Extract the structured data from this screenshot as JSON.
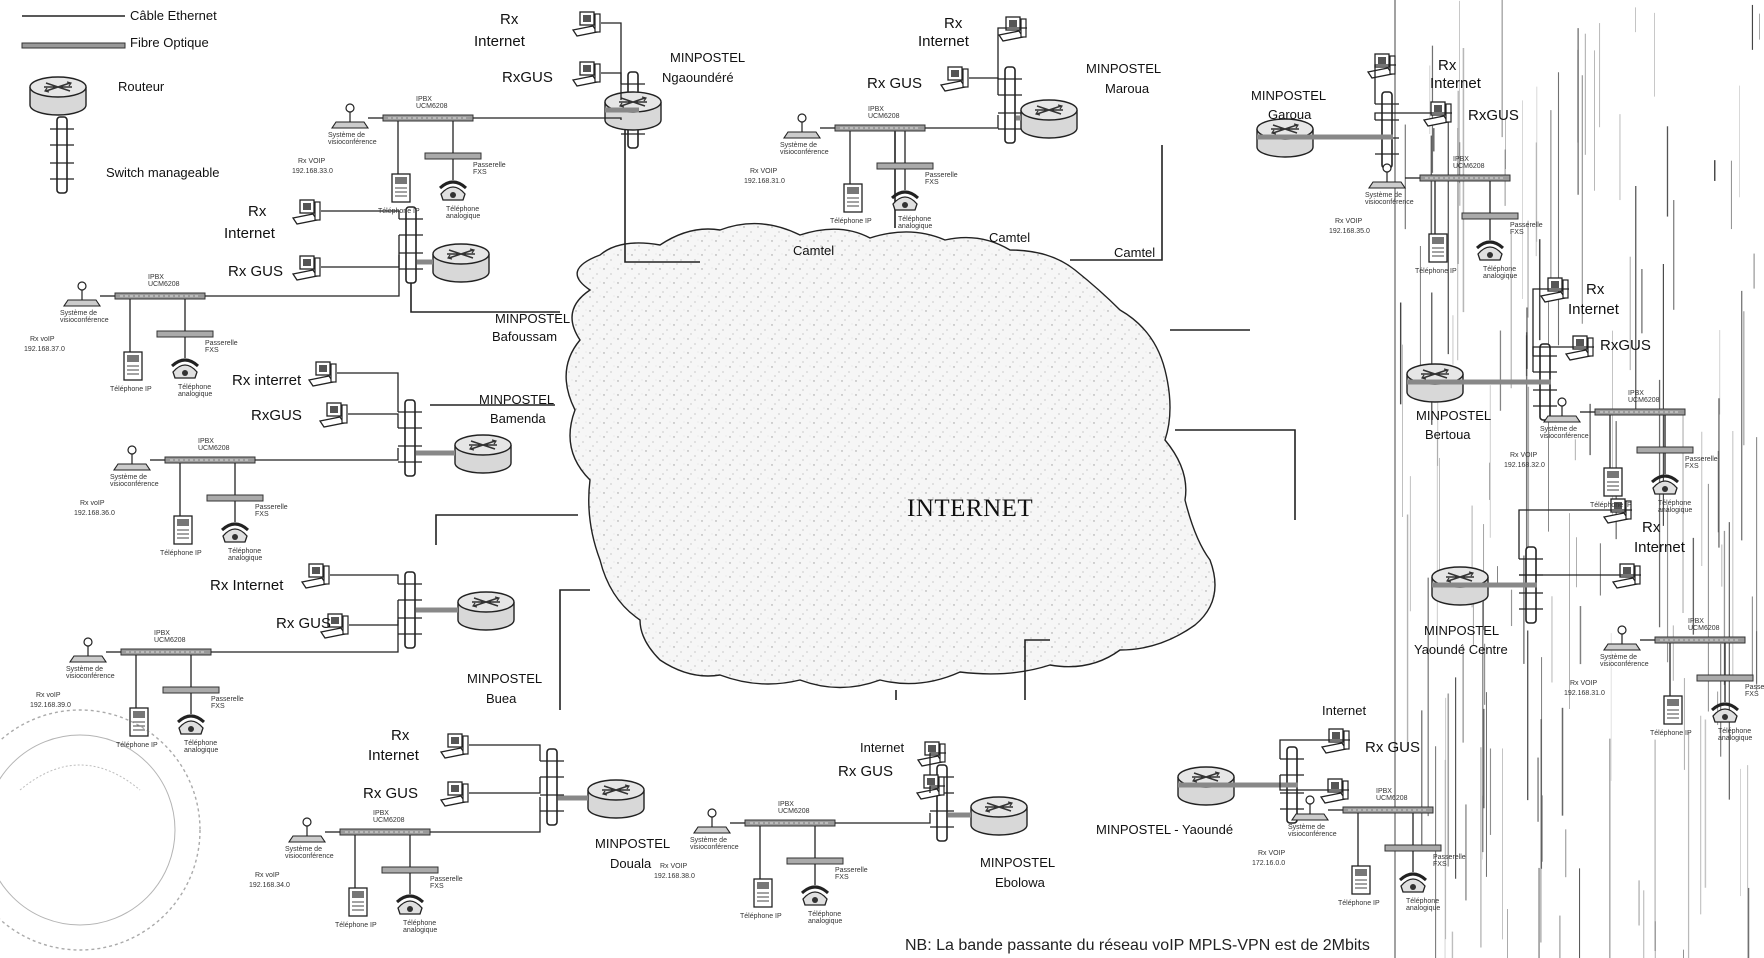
{
  "legend": {
    "ethernet": "Câble Ethernet",
    "fibre": "Fibre Optique",
    "router": "Routeur",
    "switch": "Switch manageable"
  },
  "cloud": {
    "label": "INTERNET"
  },
  "note": "NB: La bande passante du réseau voIP MPLS-VPN est de 2Mbits",
  "links": {
    "camtel": "Camtel"
  },
  "common": {
    "rx_internet_1": "Rx",
    "rx_internet_2": "Internet",
    "rx_internet_inline": "Rx Internet",
    "rx_internet_inline2": "Rx interret",
    "rx_gus": "Rx GUS",
    "rx_gus_tight": "RxGUS",
    "pabx": "IPBX\nUCM6208",
    "visio": "Système de\nvisioconférence",
    "tel_ip": "Téléphone IP",
    "tel_ana": "Téléphone\nanalogique",
    "fxs": "Passerelle\nFXS",
    "internet_short": "Internet"
  },
  "sites": {
    "ngaoundere": {
      "name1": "MINPOSTEL",
      "name2": "Ngaoundéré",
      "voip1": "Rx VOIP",
      "voip2": "192.168.33.0"
    },
    "maroua": {
      "name1": "MINPOSTEL",
      "name2": "Maroua",
      "voip1": "Rx VOIP",
      "voip2": "192.168.31.0"
    },
    "garoua": {
      "name1": "MINPOSTEL",
      "name2": "Garoua",
      "voip1": "Rx VOIP",
      "voip2": "192.168.35.0"
    },
    "bafoussam": {
      "name1": "MINPOSTEL",
      "name2": "Bafoussam",
      "voip1": "Rx voIP",
      "voip2": "192.168.37.0"
    },
    "bamenda": {
      "name1": "MINPOSTEL",
      "name2": "Bamenda",
      "voip1": "Rx voIP",
      "voip2": "192.168.36.0"
    },
    "bertoua": {
      "name1": "MINPOSTEL",
      "name2": "Bertoua",
      "voip1": "Rx VOIP",
      "voip2": "192.168.32.0"
    },
    "yaounde_centre": {
      "name1": "MINPOSTEL",
      "name2": "Yaoundé Centre",
      "voip1": "Rx VOIP",
      "voip2": "192.168.31.0"
    },
    "buea": {
      "name1": "MINPOSTEL",
      "name2": "Buea",
      "voip1": "Rx voIP",
      "voip2": "192.168.39.0"
    },
    "douala": {
      "name1": "MINPOSTEL",
      "name2": "Douala",
      "voip1": "Rx voIP",
      "voip2": "192.168.34.0"
    },
    "ebolowa": {
      "name1": "MINPOSTEL",
      "name2": "Ebolowa",
      "voip1": "Rx VOIP",
      "voip2": "192.168.38.0"
    },
    "yaounde": {
      "name1": "MINPOSTEL - Yaoundé",
      "voip1": "Rx VOIP",
      "voip2": "172.16.0.0"
    }
  }
}
